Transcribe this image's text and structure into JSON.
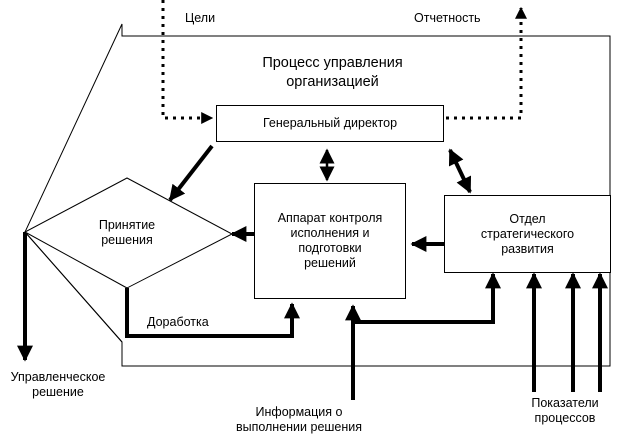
{
  "diagram": {
    "labels": {
      "goals": "Цели",
      "reporting": "Отчетность",
      "process_title": "Процесс управления организацией",
      "general_director": "Генеральный директор",
      "decision": "Принятие решения",
      "control_apparatus": "Аппарат контроля исполнения и подготовки решений",
      "strategy_department": "Отдел стратегического развития",
      "rework": "Доработка",
      "management_decision": "Управленческое решение",
      "execution_info": "Информация о выполнении решения",
      "process_indicators": "Показатели процессов"
    }
  }
}
